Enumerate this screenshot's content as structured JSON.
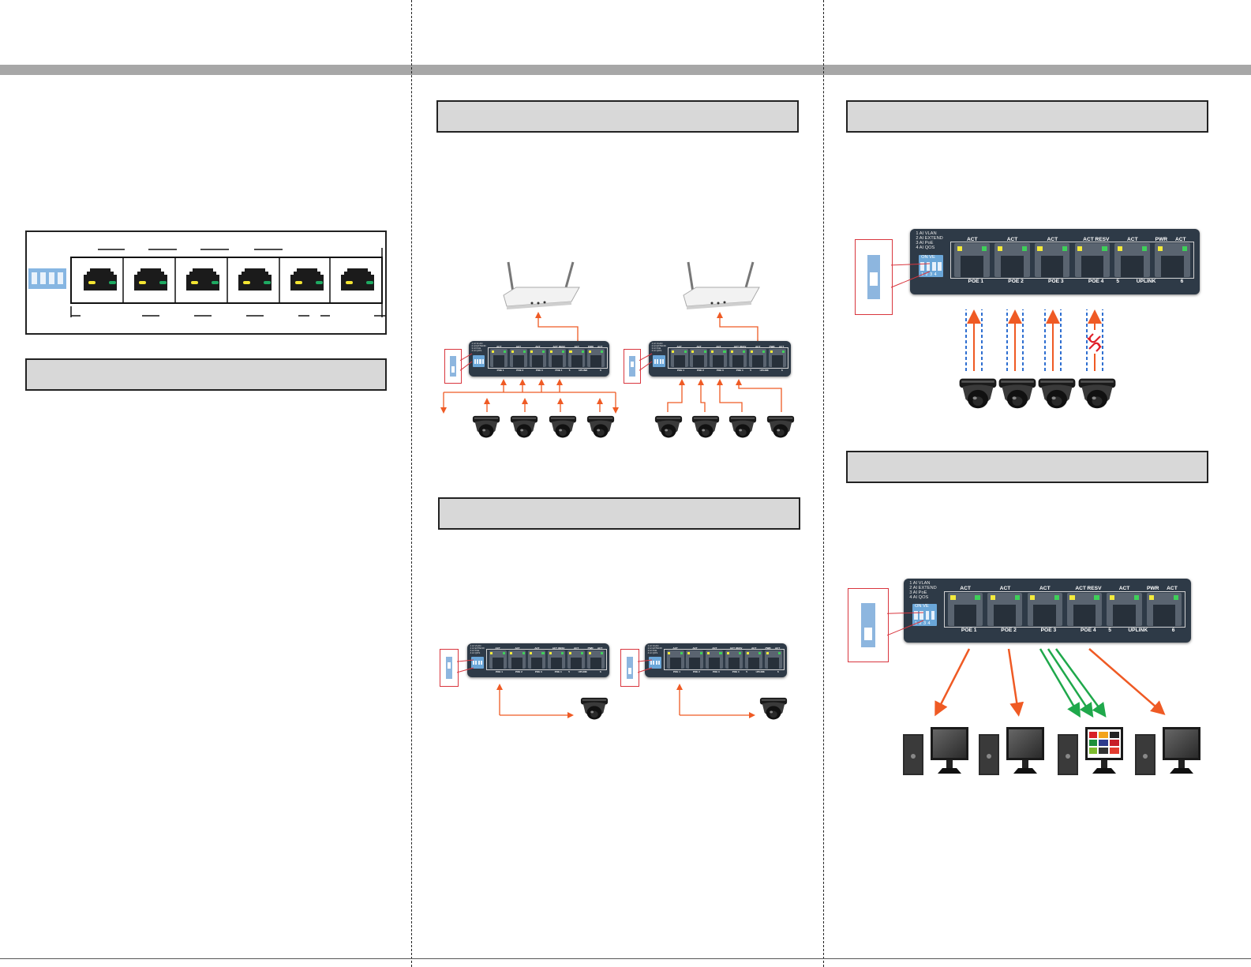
{
  "layout": {
    "dividers": [
      521,
      1043
    ]
  },
  "colors": {
    "header_bar": "#a7a7a7",
    "section_fill": "#d8d8d8",
    "switch_body": "#2e3a47",
    "dip": "#6aa6d8",
    "arrow": "#ef5a24",
    "data_arrow": "#1fa84b",
    "dashed": "#2f6fd1"
  },
  "switch": {
    "legend": [
      "1 AI VLAN",
      "2 AI EXTEND",
      "3 AI PoE",
      "4 AI QOS"
    ],
    "dip_state": "ON",
    "dip_marks": "VE",
    "dip_numbers": [
      "1",
      "2",
      "3",
      "4"
    ],
    "top_labels": [
      "ACT",
      "ACT",
      "ACT",
      "ACT",
      "RESV",
      "ACT",
      "PWR",
      "ACT"
    ],
    "bottom_labels": [
      "POE 1",
      "POE 2",
      "POE 3",
      "POE 4",
      "5",
      "UPLINK",
      "6"
    ]
  },
  "icons": {
    "router": "router-icon",
    "camera": "dome-camera-icon",
    "pc": "desktop-pc-icon",
    "broken_link": "broken-link-icon"
  }
}
